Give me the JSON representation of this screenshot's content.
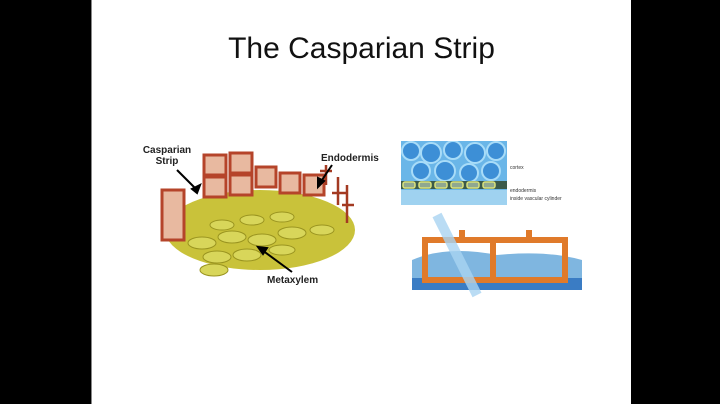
{
  "slide": {
    "title": "The Casparian Strip",
    "left_figure": {
      "labels": {
        "casparian_strip_1": "Casparian",
        "casparian_strip_2": "Strip",
        "endodermis": "Endodermis",
        "metaxylem": "Metaxylem"
      }
    },
    "right_figure": {
      "labels": {
        "cortex": "cortex",
        "endodermis": "endodermis",
        "vascular": "inside vascular cylinder"
      }
    }
  }
}
